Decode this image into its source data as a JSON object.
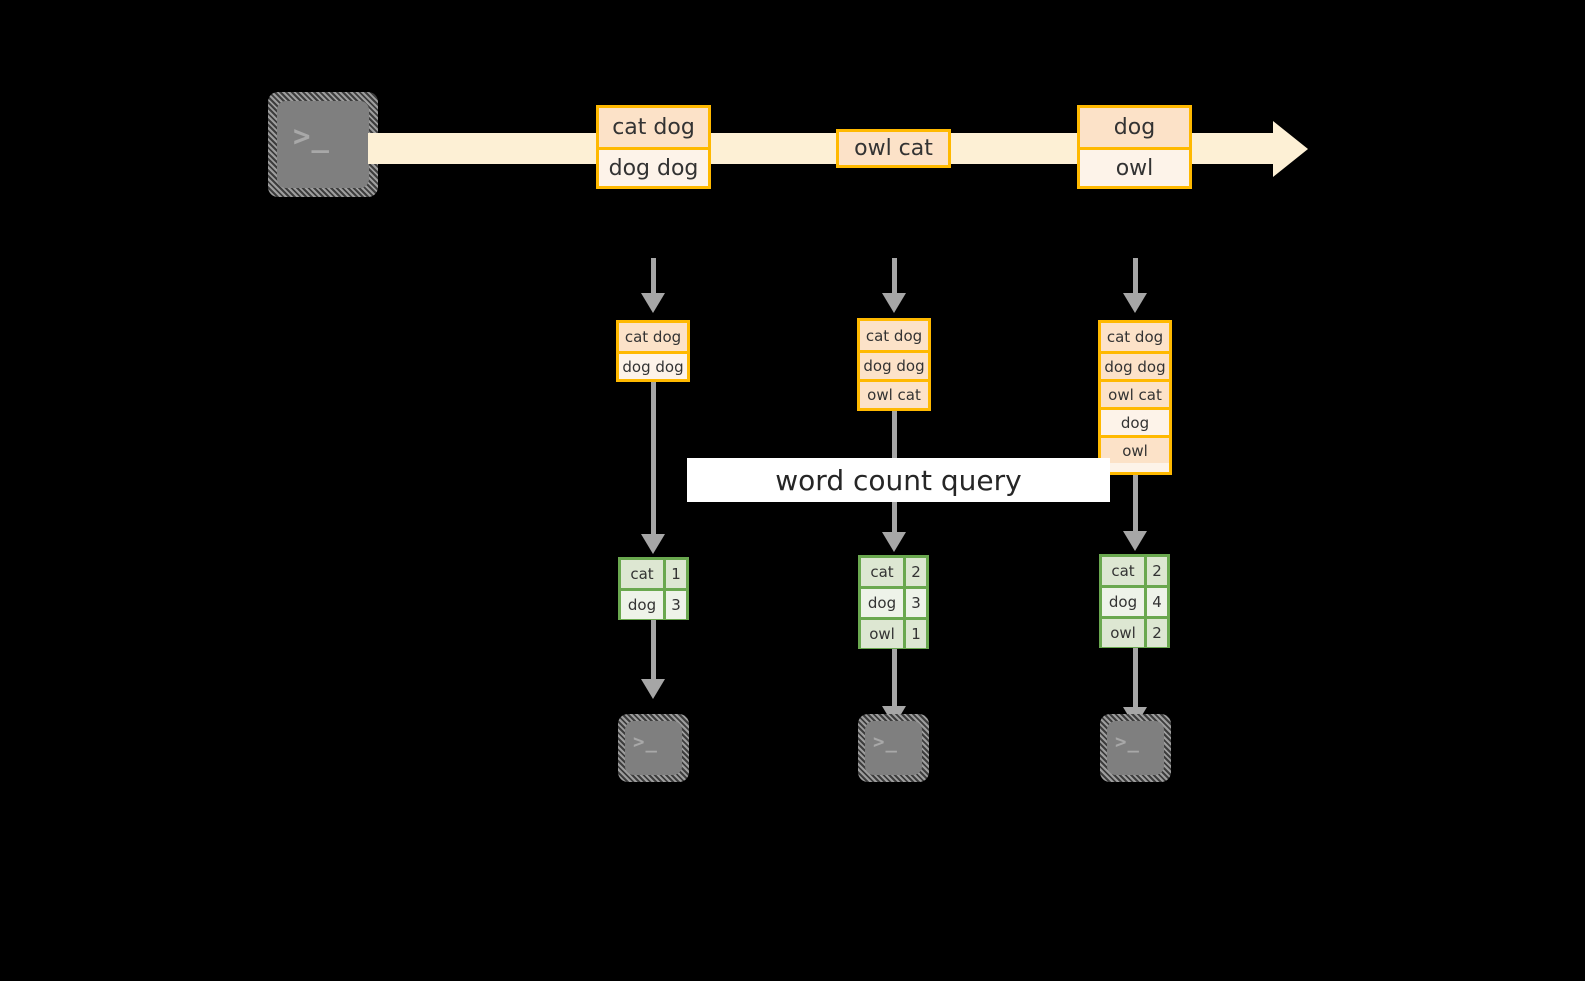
{
  "diagram": {
    "title": "word count query streaming diagram",
    "colors": {
      "record_border": "#ffb900",
      "record_fill_dark": "#fce2c8",
      "record_fill_light": "#fdf3e9",
      "stream_arrow": "#fdf0d5",
      "result_border": "#6aa84f",
      "result_fill_dark": "#dde7d2",
      "result_fill_light": "#eef3e9",
      "connector": "#a6a6a6",
      "terminal_face": "#7f7f7f",
      "label_background": "#ffffff",
      "background": "#000000"
    }
  },
  "source": {
    "icon": "terminal-icon",
    "glyph": ">_"
  },
  "stream": {
    "name": "input-event-stream",
    "batches": [
      {
        "name": "stream-batch-1",
        "rows": [
          {
            "text": "cat dog",
            "shade": "dark"
          },
          {
            "text": "dog dog",
            "shade": "light"
          }
        ]
      },
      {
        "name": "stream-batch-2",
        "rows": [
          {
            "text": "owl cat",
            "shade": "dark"
          }
        ]
      },
      {
        "name": "stream-batch-3",
        "rows": [
          {
            "text": "dog",
            "shade": "dark"
          },
          {
            "text": "owl",
            "shade": "light"
          }
        ]
      }
    ]
  },
  "query": {
    "label": "word count query"
  },
  "columns": [
    {
      "name": "trigger-1",
      "accumulated": {
        "name": "accumulated-input-1",
        "rows": [
          {
            "text": "cat dog",
            "shade": "dark"
          },
          {
            "text": "dog dog",
            "shade": "light"
          }
        ]
      },
      "result": {
        "name": "word-count-result-1",
        "rows": [
          {
            "word": "cat",
            "count": "1",
            "shade": "dark"
          },
          {
            "word": "dog",
            "count": "3",
            "shade": "light"
          }
        ]
      },
      "sink": {
        "icon": "terminal-icon",
        "glyph": ">_"
      }
    },
    {
      "name": "trigger-2",
      "accumulated": {
        "name": "accumulated-input-2",
        "rows": [
          {
            "text": "cat dog",
            "shade": "dark"
          },
          {
            "text": "dog dog",
            "shade": "dark"
          },
          {
            "text": "owl cat",
            "shade": "dark"
          }
        ]
      },
      "result": {
        "name": "word-count-result-2",
        "rows": [
          {
            "word": "cat",
            "count": "2",
            "shade": "dark"
          },
          {
            "word": "dog",
            "count": "3",
            "shade": "light"
          },
          {
            "word": "owl",
            "count": "1",
            "shade": "dark"
          }
        ]
      },
      "sink": {
        "icon": "terminal-icon",
        "glyph": ">_"
      }
    },
    {
      "name": "trigger-3",
      "accumulated": {
        "name": "accumulated-input-3",
        "rows": [
          {
            "text": "cat dog",
            "shade": "dark"
          },
          {
            "text": "dog dog",
            "shade": "dark"
          },
          {
            "text": "owl cat",
            "shade": "dark"
          },
          {
            "text": "dog",
            "shade": "light"
          },
          {
            "text": "owl",
            "shade": "dark"
          }
        ]
      },
      "result": {
        "name": "word-count-result-3",
        "rows": [
          {
            "word": "cat",
            "count": "2",
            "shade": "dark"
          },
          {
            "word": "dog",
            "count": "4",
            "shade": "light"
          },
          {
            "word": "owl",
            "count": "2",
            "shade": "dark"
          }
        ]
      },
      "sink": {
        "icon": "terminal-icon",
        "glyph": ">_"
      }
    }
  ]
}
